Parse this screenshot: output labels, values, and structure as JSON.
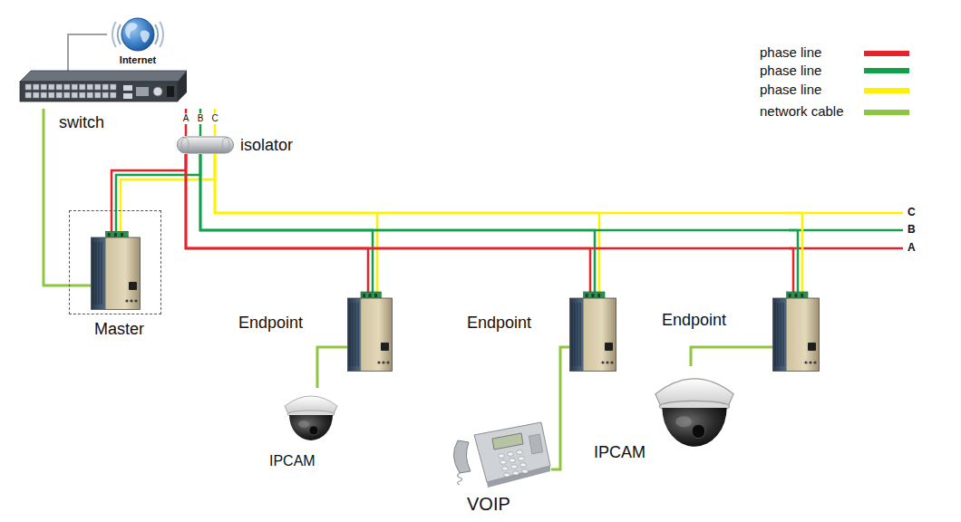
{
  "diagram": {
    "nodes": [
      {
        "text": [
          "Internet"
        ]
      },
      {
        "text": [
          "switch"
        ]
      },
      {
        "text": [
          "isolator"
        ]
      },
      {
        "text": [
          "Master"
        ]
      },
      {
        "text": [
          "Endpoint"
        ]
      },
      {
        "text": [
          "IPCAM"
        ]
      },
      {
        "text": [
          "Endpoint"
        ]
      },
      {
        "text": [
          "VOIP"
        ]
      },
      {
        "text": [
          "Endpoint"
        ]
      },
      {
        "text": [
          "IPCAM"
        ]
      }
    ],
    "edges": [
      {
        "from": 0,
        "to": 1,
        "arrow": "none"
      },
      {
        "from": 1,
        "to": 2,
        "arrow": "none"
      },
      {
        "from": 2,
        "to": 3,
        "arrow": "none"
      },
      {
        "from": 2,
        "to": 4,
        "arrow": "none"
      },
      {
        "from": 2,
        "to": 6,
        "arrow": "none"
      },
      {
        "from": 2,
        "to": 8,
        "arrow": "none"
      },
      {
        "from": 1,
        "to": 3,
        "arrow": "none"
      },
      {
        "from": 4,
        "to": 5,
        "arrow": "none"
      },
      {
        "from": 6,
        "to": 7,
        "arrow": "none"
      },
      {
        "from": 8,
        "to": 9,
        "arrow": "none"
      }
    ],
    "labels": [
      "A",
      "B",
      "C",
      "C",
      "B",
      "A"
    ],
    "legend": [
      {
        "text": "phase line",
        "color": "#e4232a"
      },
      {
        "text": "phase line",
        "color": "#13a04b"
      },
      {
        "text": "phase line",
        "color": "#fff200"
      },
      {
        "text": "network cable",
        "color": "#8dc63f"
      }
    ]
  }
}
